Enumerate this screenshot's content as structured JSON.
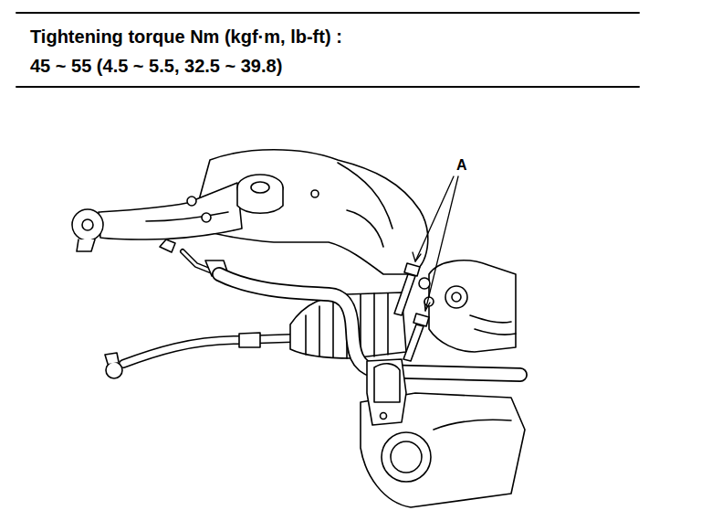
{
  "diagram": {
    "title": "Tightening torque Nm (kgf·m, lb-ft) :",
    "labels": [
      "45 ~ 55 (4.5 ~ 5.5, 32.5 ~ 39.8)",
      "A"
    ]
  }
}
